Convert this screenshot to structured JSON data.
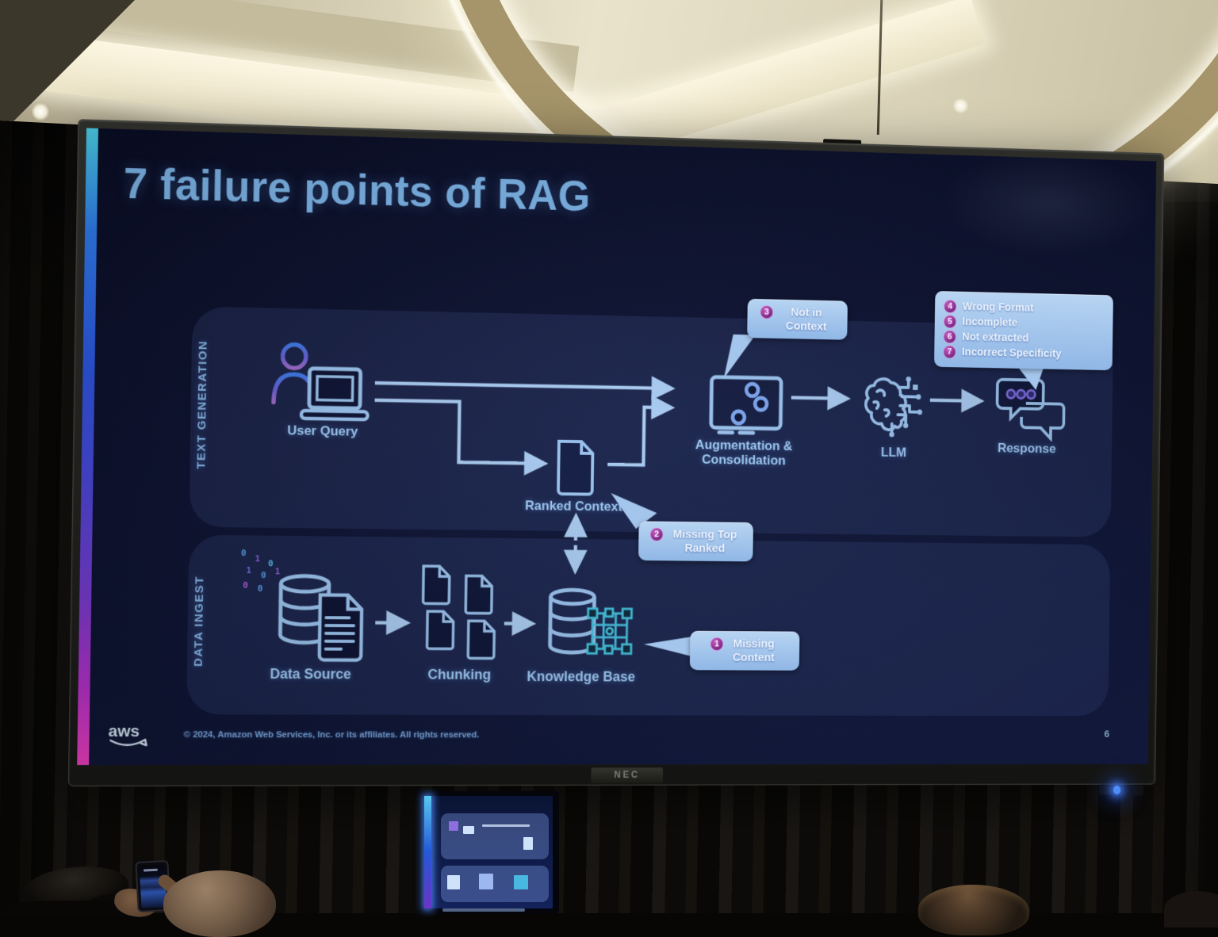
{
  "slide": {
    "title": "7 failure points of RAG",
    "page_number": "6",
    "footer_copyright": "© 2024, Amazon Web Services, Inc. or its affiliates. All rights reserved.",
    "logo_text": "aws",
    "text_generation": {
      "section_label": "TEXT GENERATION",
      "user_query_label": "User Query",
      "ranked_context_label": "Ranked Context",
      "augmentation_label_line1": "Augmentation &",
      "augmentation_label_line2": "Consolidation",
      "llm_label": "LLM",
      "response_label": "Response"
    },
    "data_ingest": {
      "section_label": "DATA INGEST",
      "data_source_label": "Data Source",
      "chunking_label": "Chunking",
      "knowledge_base_label": "Knowledge Base"
    },
    "data_source_bits": [
      "0",
      "1",
      "0",
      "1",
      "0",
      "1",
      "0",
      "0"
    ],
    "callouts": {
      "missing_content": {
        "number": "1",
        "text": "Missing Content"
      },
      "missing_top_ranked": {
        "number": "2",
        "text": "Missing Top Ranked"
      },
      "not_in_context": {
        "number": "3",
        "text": "Not in Context"
      },
      "response_issues": {
        "items": [
          {
            "number": "4",
            "text": "Wrong Format"
          },
          {
            "number": "5",
            "text": "Incomplete"
          },
          {
            "number": "6",
            "text": "Not extracted"
          },
          {
            "number": "7",
            "text": "Incorrect Specificity"
          }
        ]
      }
    },
    "colors": {
      "slide_background": "#0d1230",
      "accent_text": "#8ec0ee",
      "callout_background": "#a9c9ec",
      "badge_background": "#8a2f8f",
      "icon_stroke": "#9dc6f0",
      "edge_gradient": [
        "#4fd8f2",
        "#2b55e0",
        "#7a3bd0",
        "#ef3fc0"
      ]
    }
  },
  "environment": {
    "tv_brand": "NEC"
  }
}
